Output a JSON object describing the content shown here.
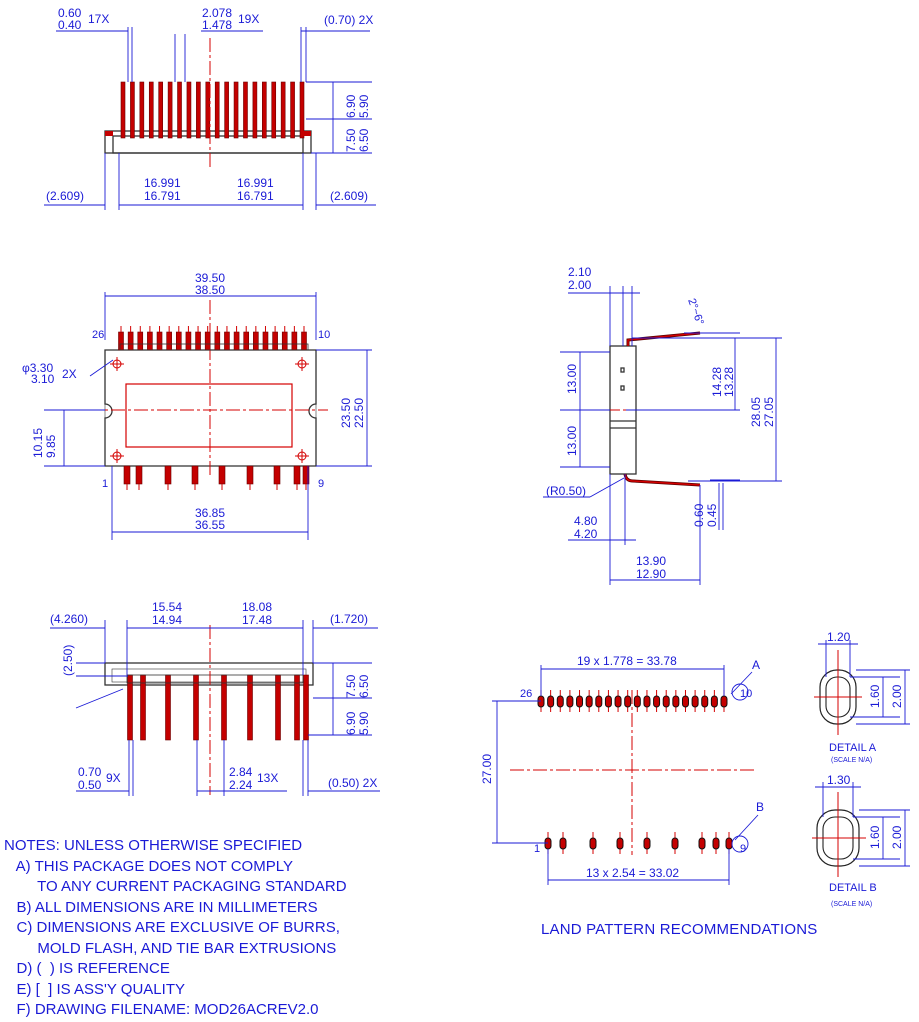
{
  "top_view": {
    "lead_width": [
      "0.60",
      "0.40",
      "17X"
    ],
    "tab_pitch": [
      "2.078",
      "1.478",
      "19X"
    ],
    "edge_ref": "(0.70) 2X",
    "lead_length": [
      "6.90",
      "5.90"
    ],
    "body_thickness": [
      "7.50",
      "6.50"
    ],
    "left_ref": "(2.609)",
    "right_ref": "(2.609)",
    "half_left": [
      "16.991",
      "16.791"
    ],
    "half_right": [
      "16.991",
      "16.791"
    ]
  },
  "plan_view": {
    "width": [
      "39.50",
      "38.50"
    ],
    "pin_left_top": "26",
    "pin_right_top": "10",
    "pin_left_bottom": "1",
    "pin_right_bottom": "9",
    "hole": [
      "φ3.30",
      "3.10",
      "2X"
    ],
    "notch_height": [
      "10.15",
      "9.85"
    ],
    "height": [
      "23.50",
      "22.50"
    ],
    "hole_spacing": [
      "36.85",
      "36.55"
    ]
  },
  "side_view": {
    "thickness": [
      "2.10",
      "2.00"
    ],
    "angle": "2°~6°",
    "half_a": "13.00",
    "half_b": "13.00",
    "lead_height": [
      "14.28",
      "13.28"
    ],
    "total_height": [
      "28.05",
      "27.05"
    ],
    "radius": "(R0.50)",
    "body_width": [
      "4.80",
      "4.20"
    ],
    "lead_thk": [
      "0.60",
      "0.45"
    ],
    "span": [
      "13.90",
      "12.90"
    ]
  },
  "front_view": {
    "left_ref": "(4.260)",
    "seg_a": [
      "15.54",
      "14.94"
    ],
    "seg_b": [
      "18.08",
      "17.48"
    ],
    "right_ref": "(1.720)",
    "left_height": "(2.50)",
    "body_thickness": [
      "7.50",
      "6.50"
    ],
    "lead_length": [
      "6.90",
      "5.90"
    ],
    "lead_width": [
      "0.70",
      "0.50",
      "9X"
    ],
    "pitch": [
      "2.84",
      "2.24",
      "13X"
    ],
    "edge_ref": "(0.50) 2X"
  },
  "land_pattern": {
    "top_span": "19 x 1.778 = 33.78",
    "bottom_span": "13 x 2.54 = 33.02",
    "height": "27.00",
    "label_a": "A",
    "label_b": "B",
    "pin_26": "26",
    "pin_10": "10",
    "pin_1": "1",
    "pin_9": "9",
    "caption": "LAND PATTERN RECOMMENDATIONS"
  },
  "detail_a": {
    "width": "1.20",
    "height_inner": "1.60",
    "height_outer": "2.00",
    "title": "DETAIL A",
    "scale": "(SCALE N/A)"
  },
  "detail_b": {
    "width": "1.30",
    "height_inner": "1.60",
    "height_outer": "2.00",
    "title": "DETAIL B",
    "scale": "(SCALE N/A)"
  },
  "notes": [
    "NOTES: UNLESS OTHERWISE SPECIFIED",
    "   A) THIS PACKAGE DOES NOT COMPLY",
    "        TO ANY CURRENT PACKAGING STANDARD",
    "   B) ALL DIMENSIONS ARE IN MILLIMETERS",
    "   C) DIMENSIONS ARE EXCLUSIVE OF BURRS,",
    "        MOLD FLASH, AND TIE BAR EXTRUSIONS",
    "   D) (  ) IS REFERENCE",
    "   E) [  ] IS ASS'Y QUALITY",
    "   F) DRAWING FILENAME: MOD26ACREV2.0"
  ],
  "colors": {
    "dimension": "#1a1ad6",
    "pin": "#c40000",
    "outline": "#333333"
  }
}
